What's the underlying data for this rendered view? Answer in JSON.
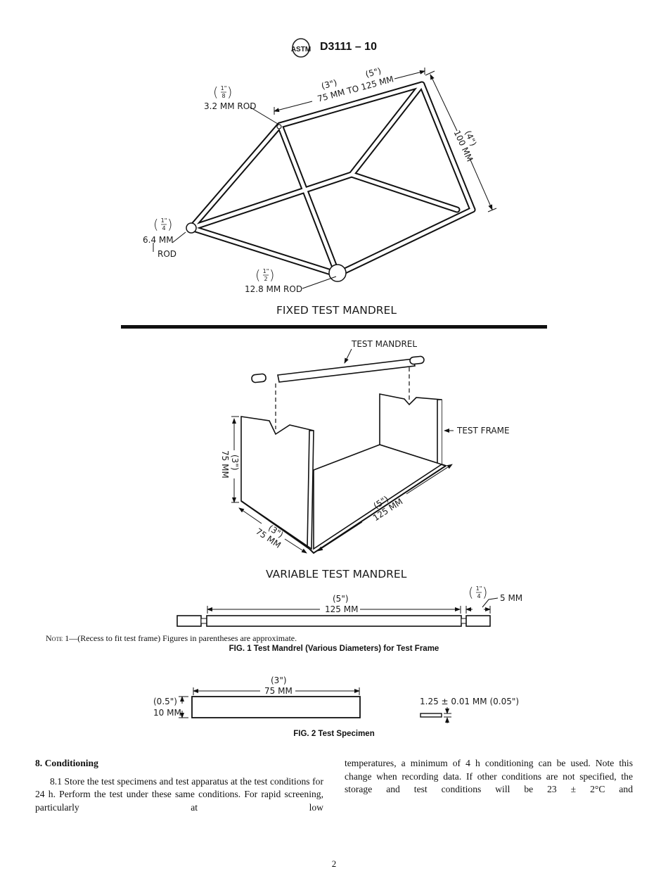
{
  "header": {
    "logo": "ASTM",
    "designation": "D3111 – 10"
  },
  "fig1": {
    "fixed": {
      "title": "FIXED TEST MANDREL",
      "rod_small": {
        "frac_num": "1\"",
        "frac_den": "8",
        "label": "3.2 MM ROD"
      },
      "length_in_a": "(3\")",
      "length_mm": "75 MM TO 125 MM",
      "length_in_b": "(5\")",
      "height_in": "(4\")",
      "height_mm": "100 MM",
      "rod_medium": {
        "frac_num": "1\"",
        "frac_den": "4",
        "label_1": "6.4 MM",
        "label_2": "ROD"
      },
      "rod_large": {
        "frac_num": "1\"",
        "frac_den": "2",
        "label": "12.8 MM ROD"
      }
    },
    "variable": {
      "title": "VARIABLE TEST MANDREL",
      "mandrel_label": "TEST MANDREL",
      "frame_label": "TEST FRAME",
      "height_in": "(3\")",
      "height_mm": "75 MM",
      "width_in": "(3\")",
      "width_mm": "75 MM",
      "length_in": "(5\")",
      "length_mm": "125 MM"
    },
    "mandrel_detail": {
      "length_in": "(5\")",
      "length_mm": "125 MM",
      "end_frac_num": "1\"",
      "end_frac_den": "4",
      "end_mm": "5 MM"
    },
    "note_label": "Note 1",
    "note_text": "—(Recess to fit test frame) Figures in parentheses are approximate.",
    "caption": "FIG. 1 Test Mandrel (Various Diameters) for Test Frame"
  },
  "fig2": {
    "length_in": "(3\")",
    "length_mm": "75 MM",
    "width_in": "(0.5\")",
    "width_mm": "10 MM",
    "thickness": "1.25 ± 0.01 MM (0.05\")",
    "caption": "FIG. 2 Test Specimen"
  },
  "section": {
    "heading": "8.  Conditioning",
    "para_left": "8.1 Store the test specimens and test apparatus at the test conditions for 24 h. Perform the test under these same conditions. For rapid screening, particularly at low",
    "para_right": "temperatures, a minimum of 4 h conditioning can be used. Note this change when recording data. If other conditions are not specified, the storage and test conditions will be 23 ± 2°C and"
  },
  "page_number": "2"
}
